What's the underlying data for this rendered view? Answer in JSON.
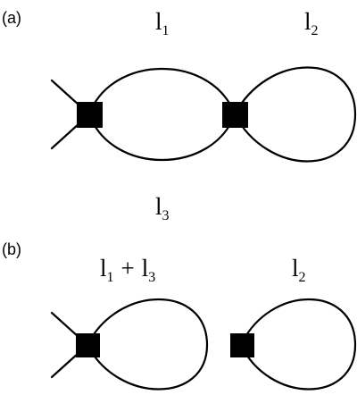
{
  "panels": [
    {
      "id": "a",
      "label": "(a)",
      "loop_labels": [
        {
          "base": "l",
          "sub": "1"
        },
        {
          "base": "l",
          "sub": "2"
        },
        {
          "base": "l",
          "sub": "3"
        }
      ]
    },
    {
      "id": "b",
      "label": "(b)",
      "loop_labels": [
        {
          "base": "l",
          "sub": "1",
          "op": "+",
          "base2": "l",
          "sub2": "3"
        },
        {
          "base": "l",
          "sub": "2"
        }
      ]
    }
  ]
}
